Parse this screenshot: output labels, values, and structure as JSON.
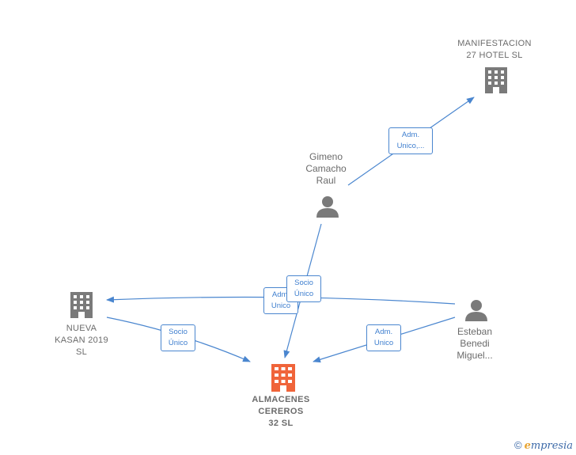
{
  "nodes": {
    "manifestacion": {
      "lines": [
        "MANIFESTACION",
        "27 HOTEL  SL"
      ]
    },
    "gimeno": {
      "lines": [
        "Gimeno",
        "Camacho",
        "Raul"
      ]
    },
    "nueva_kasan": {
      "lines": [
        "NUEVA",
        "KASAN 2019",
        "SL"
      ]
    },
    "esteban": {
      "lines": [
        "Esteban",
        "Benedi",
        "Miguel..."
      ]
    },
    "almacenes": {
      "lines": [
        "ALMACENES",
        "CEREROS",
        "32  SL"
      ]
    }
  },
  "edges": {
    "gimeno_manifestacion": {
      "lines": [
        "Adm.",
        "Unico,..."
      ]
    },
    "esteban_nueva_kasan": {
      "lines": [
        "Adm.",
        "Unico"
      ]
    },
    "gimeno_almacenes": {
      "lines": [
        "Socio",
        "Único"
      ]
    },
    "nueva_kasan_almacenes": {
      "lines": [
        "Socio",
        "Único"
      ]
    },
    "esteban_almacenes": {
      "lines": [
        "Adm.",
        "Unico"
      ]
    }
  },
  "colors": {
    "edge": "#4a86cf",
    "node_grey": "#7a7a7a",
    "node_main": "#f0643a"
  },
  "brand": {
    "copyright": "©",
    "e": "e",
    "rest": "mpresia"
  }
}
